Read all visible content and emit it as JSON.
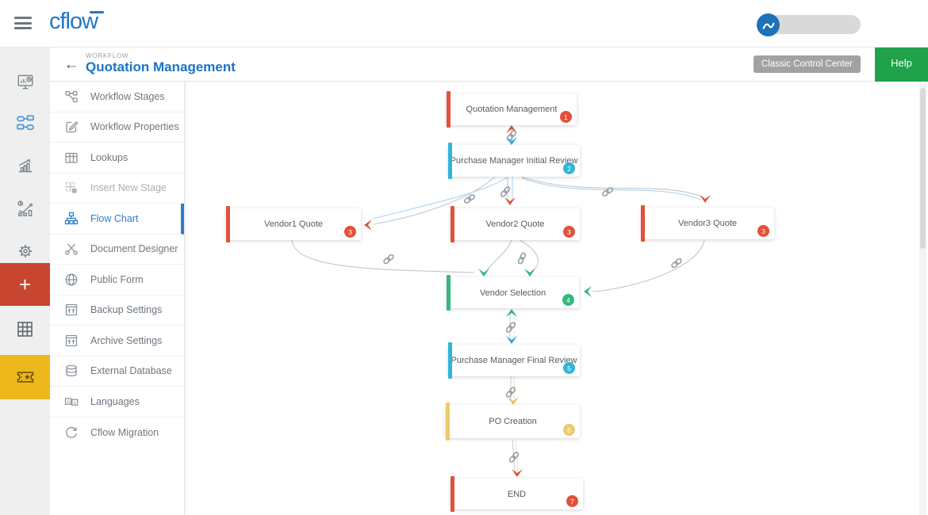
{
  "topbar": {
    "logo_text": "cflow"
  },
  "header": {
    "breadcrumb": "WORKFLOW",
    "title": "Quotation Management",
    "back_icon": "←",
    "classic_button": "Classic Control Center",
    "help_button": "Help"
  },
  "rail": {
    "icons": [
      "dashboard-monitor",
      "workflow-builder",
      "reports-bar-chart",
      "analytics-scatter",
      "settings-gear",
      "add-new",
      "data-table",
      "rewards-ticket"
    ],
    "active_icon": "workflow-builder",
    "add_glyph": "+"
  },
  "sidebar": {
    "items": [
      {
        "label": "Workflow Stages",
        "icon": "workflow-stages",
        "state": "normal"
      },
      {
        "label": "Workflow Properties",
        "icon": "edit-pencil",
        "state": "normal"
      },
      {
        "label": "Lookups",
        "icon": "lookup-table",
        "state": "normal"
      },
      {
        "label": "Insert New Stage",
        "icon": "insert-grid",
        "state": "disabled"
      },
      {
        "label": "Flow Chart",
        "icon": "org-chart",
        "state": "active"
      },
      {
        "label": "Document Designer",
        "icon": "scissors",
        "state": "normal"
      },
      {
        "label": "Public Form",
        "icon": "globe",
        "state": "normal"
      },
      {
        "label": "Backup Settings",
        "icon": "backup-box",
        "state": "normal"
      },
      {
        "label": "Archive Settings",
        "icon": "archive-box",
        "state": "normal"
      },
      {
        "label": "External Database",
        "icon": "database",
        "state": "normal"
      },
      {
        "label": "Languages",
        "icon": "translate",
        "state": "normal"
      },
      {
        "label": "Cflow Migration",
        "icon": "sync-arrows",
        "state": "normal"
      }
    ]
  },
  "flowchart": {
    "nodes": [
      {
        "id": "quotation-management",
        "label": "Quotation Management",
        "badge": "1",
        "color": "#e2513a"
      },
      {
        "id": "purchase-manager-initial-review",
        "label": "Purchase Manager Initial Review",
        "badge": "2",
        "color": "#2fb6da"
      },
      {
        "id": "vendor1-quote",
        "label": "Vendor1 Quote",
        "badge": "3",
        "color": "#e2513a"
      },
      {
        "id": "vendor2-quote",
        "label": "Vendor2 Quote",
        "badge": "3",
        "color": "#e2513a"
      },
      {
        "id": "vendor3-quote",
        "label": "Vendor3 Quote",
        "badge": "3",
        "color": "#e2513a"
      },
      {
        "id": "vendor-selection",
        "label": "Vendor Selection",
        "badge": "4",
        "color": "#36b77d"
      },
      {
        "id": "purchase-manager-final-review",
        "label": "Purchase Manager Final Review",
        "badge": "5",
        "color": "#2fb6da"
      },
      {
        "id": "po-creation",
        "label": "PO Creation",
        "badge": "6",
        "color": "#eccb6b"
      },
      {
        "id": "end",
        "label": "END",
        "badge": "7",
        "color": "#e2513a"
      }
    ],
    "connections": [
      {
        "from": "Quotation Management",
        "to": "Purchase Manager Initial Review",
        "style": "bidirectional",
        "overlay": "chain-link-icon"
      },
      {
        "from": "Purchase Manager Initial Review",
        "to": "Vendor1 Quote",
        "style": "forward-and-return",
        "overlay": "chain-link-icon"
      },
      {
        "from": "Purchase Manager Initial Review",
        "to": "Vendor2 Quote",
        "style": "forward-and-return",
        "overlay": "chain-link-icon"
      },
      {
        "from": "Purchase Manager Initial Review",
        "to": "Vendor3 Quote",
        "style": "forward-and-return",
        "overlay": "chain-link-icon"
      },
      {
        "from": "Vendor1 Quote",
        "to": "Vendor Selection",
        "style": "forward",
        "overlay": "chain-link-icon"
      },
      {
        "from": "Vendor2 Quote",
        "to": "Vendor Selection",
        "style": "forward",
        "overlay": "chain-link-icon"
      },
      {
        "from": "Vendor3 Quote",
        "to": "Vendor Selection",
        "style": "forward",
        "overlay": "chain-link-icon"
      },
      {
        "from": "Vendor Selection",
        "to": "Purchase Manager Final Review",
        "style": "bidirectional",
        "overlay": "chain-link-icon"
      },
      {
        "from": "Purchase Manager Final Review",
        "to": "PO Creation",
        "style": "forward",
        "overlay": "chain-link-icon"
      },
      {
        "from": "PO Creation",
        "to": "END",
        "style": "forward",
        "overlay": "chain-link-icon"
      }
    ]
  },
  "colors": {
    "accent_blue": "#2a7fd0",
    "title_blue": "#1a73c4",
    "help_green": "#1fa24a",
    "classic_badge_gray": "#a2a2a2",
    "node_red": "#e2513a",
    "node_cyan": "#2fb6da",
    "node_green": "#36b77d",
    "node_yellow": "#eccb6b",
    "rail_add_red": "#c7452f",
    "rail_ticket_yellow": "#ecb81c",
    "connector_gray": "#c3c7cb",
    "connector_blue": "#aed3ea"
  }
}
